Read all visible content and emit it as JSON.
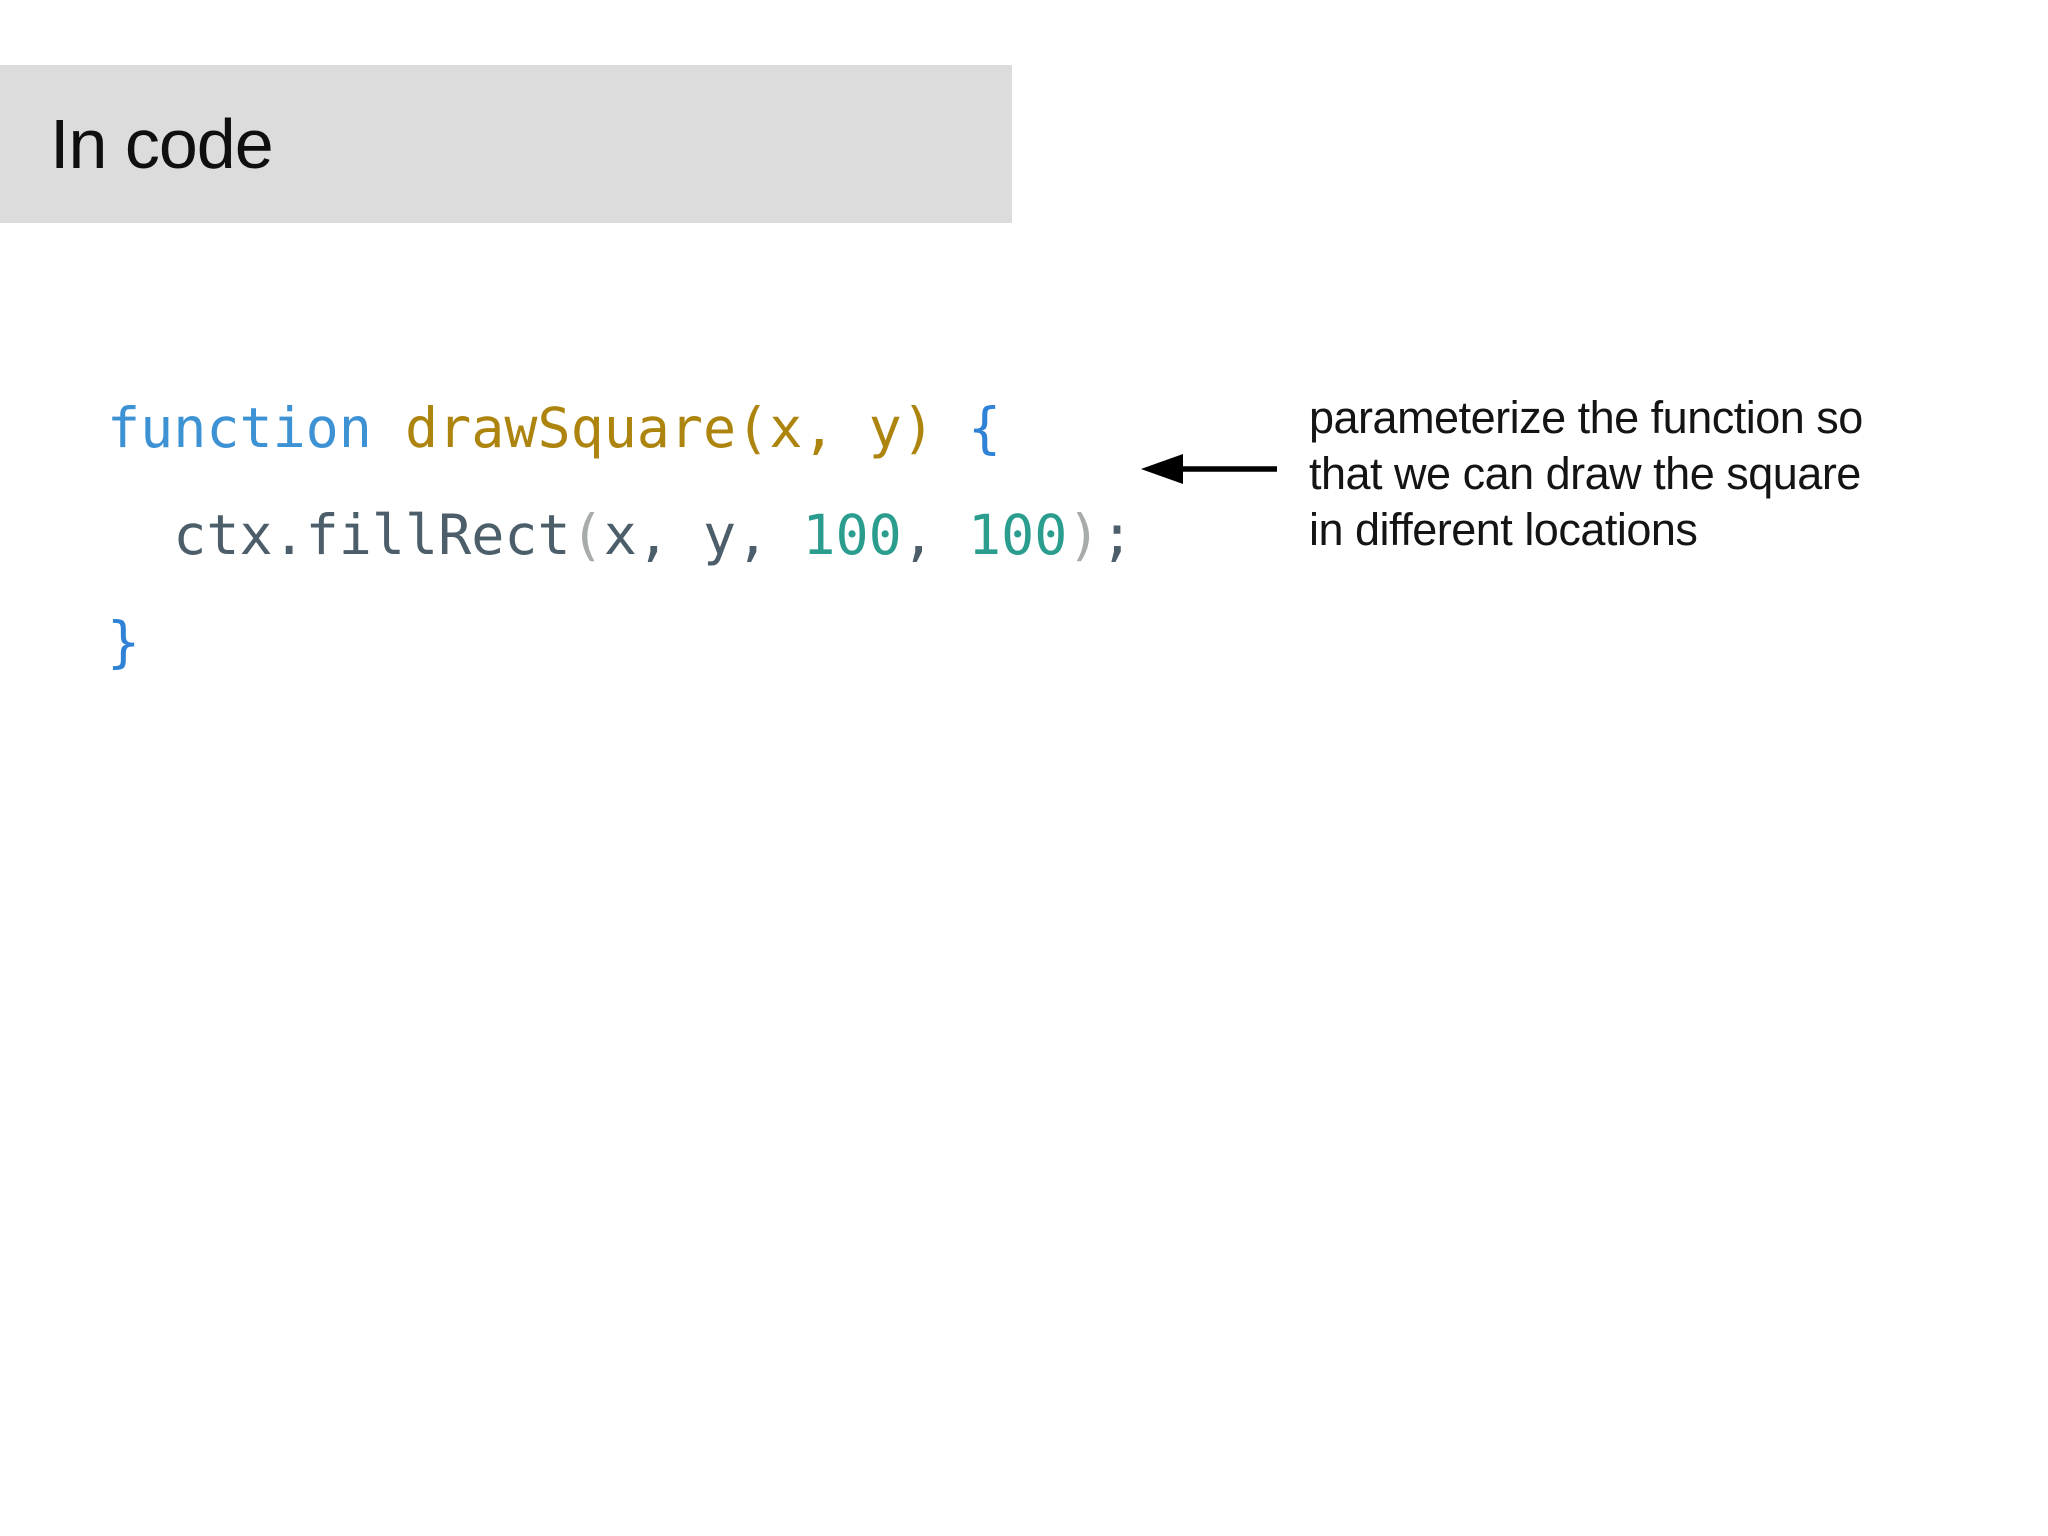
{
  "slide": {
    "header": {
      "title": "In code"
    },
    "code": {
      "line1": {
        "keyword": "function",
        "signature": " drawSquare(x, y) ",
        "open_brace": "{"
      },
      "line2": {
        "indent": "  ",
        "method": "ctx.fillRect",
        "paren_open": "(",
        "args": "x, y, ",
        "num1": "100",
        "separator": ", ",
        "num2": "100",
        "paren_close": ")",
        "semicolon": ";"
      },
      "line3": {
        "close_brace": "}"
      }
    },
    "annotation": {
      "lines": [
        "parameterize the function so",
        "that we can draw the square",
        "in different locations"
      ]
    },
    "arrow": {
      "direction": "left"
    },
    "colors": {
      "header_bg": "#dcdcdc",
      "header_text": "#0f0f0f",
      "keyword": "#3d92d4",
      "function_name": "#ad850e",
      "identifier": "#4d5e6b",
      "number": "#2a9d8f",
      "paren": "#a8abac",
      "brace": "#2f82d6",
      "annotation_text": "#141414",
      "arrow_color": "#000000",
      "background": "#ffffff"
    }
  }
}
